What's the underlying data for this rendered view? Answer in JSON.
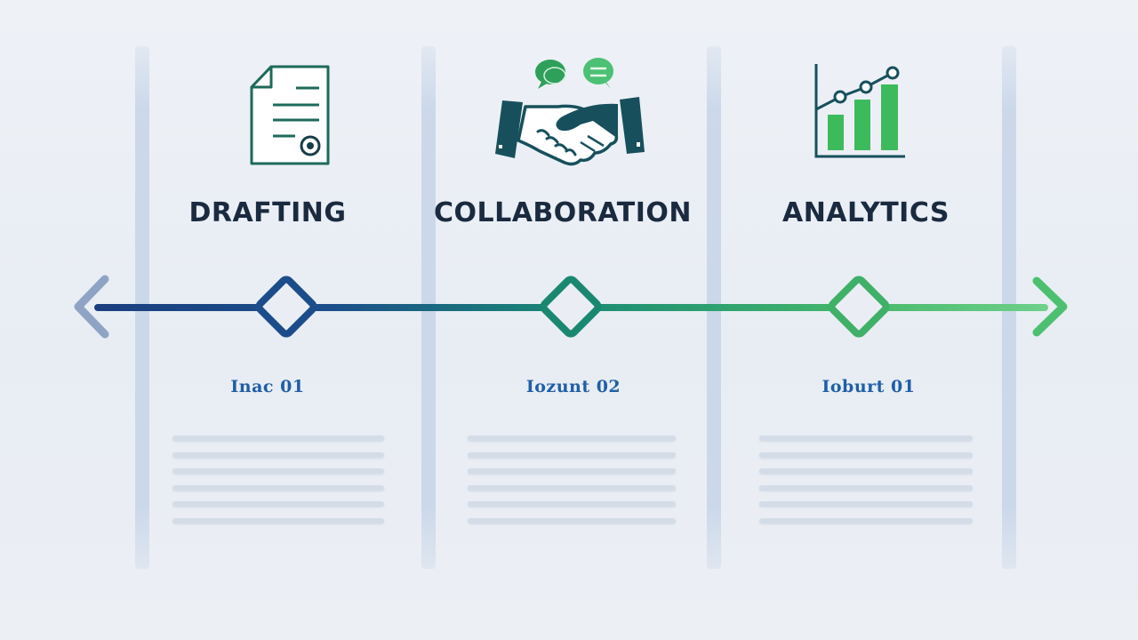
{
  "diagram": {
    "type": "horizontal-timeline",
    "nav": {
      "prev_icon": "chevron-left-icon",
      "next_icon": "chevron-right-icon"
    },
    "colors": {
      "background": "#eaeef4",
      "heading": "#1a2a3f",
      "step_label": "#1f5fa6",
      "line_start": "#1b4a8a",
      "line_mid": "#1b8a78",
      "line_end": "#5cc27a",
      "icon_dark": "#14505a",
      "icon_green": "#3dbb5c",
      "divider": "#c8d6e9",
      "placeholder_line": "#d3dce7"
    },
    "stages": [
      {
        "title": "DRAFTING",
        "step_label": "Inac 01",
        "icon": "document-certificate-icon",
        "placeholder_lines": 6
      },
      {
        "title": "COLLABORATION",
        "step_label": "Iozunt 02",
        "icon": "handshake-chat-icon",
        "placeholder_lines": 6
      },
      {
        "title": "ANALYTICS",
        "step_label": "Ioburt 01",
        "icon": "bar-line-chart-icon",
        "placeholder_lines": 6
      }
    ]
  }
}
